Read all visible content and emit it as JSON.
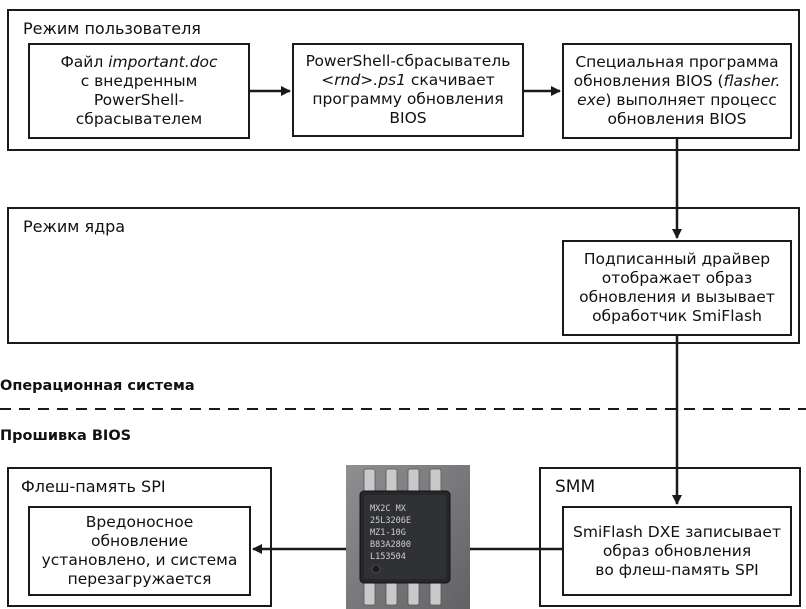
{
  "user_mode": {
    "label": "Режим пользователя",
    "box1": {
      "l1": "Файл ",
      "l1_italic": "important.doc",
      "l2": "с внедренным PowerShell-",
      "l3": "сбрасывателем"
    },
    "box2": {
      "l1": "PowerShell-сбрасыватель",
      "l2_italic": "<rnd>.ps1",
      "l2": " скачивает",
      "l3": "программу обновления",
      "l4": "BIOS"
    },
    "box3": {
      "l1": "Специальная программа",
      "l2a": "обновления BIOS (",
      "l2_italic": "flasher.",
      "l3_italic": "exe",
      "l3": ") выполняет процесс",
      "l4": "обновления BIOS"
    }
  },
  "kernel_mode": {
    "label": "Режим ядра",
    "box": {
      "l1": "Подписанный драйвер",
      "l2": "отображает образ",
      "l3": "обновления и вызывает",
      "l4": "обработчик SmiFlash"
    }
  },
  "separator": {
    "os_label": "Операционная система",
    "bios_label": "Прошивка BIOS"
  },
  "spi_flash": {
    "label": "Флеш-память SPI",
    "box": {
      "l1": "Вредоносное обновление",
      "l2": "установлено, и система",
      "l3": "перезагружается"
    }
  },
  "smm": {
    "label": "SMM",
    "box": {
      "l1": "SmiFlash DXE записывает",
      "l2": "образ обновления",
      "l3": "во флеш-память SPI"
    }
  },
  "chip": {
    "markings": [
      "MX2C MX",
      "25L3206E",
      "MZ1-10G",
      "B83A2800",
      "L153504"
    ]
  }
}
